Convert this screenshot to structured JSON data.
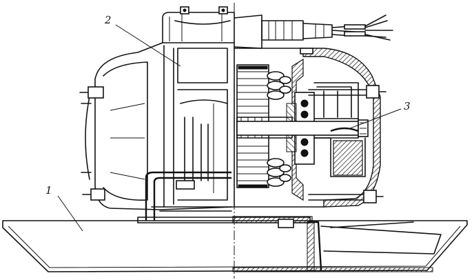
{
  "callouts": [
    {
      "label": "1",
      "target": "base-tray"
    },
    {
      "label": "2",
      "target": "stator-housing"
    },
    {
      "label": "3",
      "target": "rotor-shaft"
    }
  ],
  "colors": {
    "ink": "#111111",
    "paper": "#ffffff",
    "section": "#111111"
  }
}
